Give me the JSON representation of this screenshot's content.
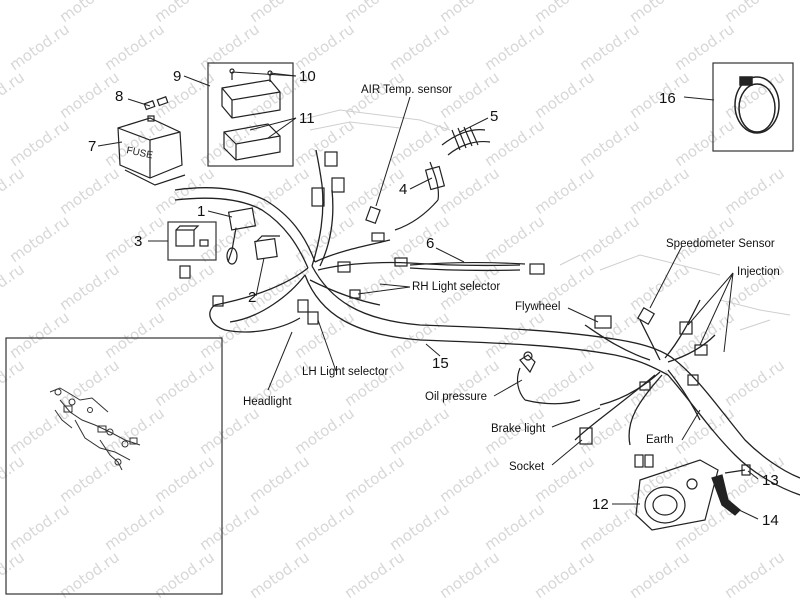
{
  "watermark": "motod.ru",
  "parts": {
    "p1": "1",
    "p2": "2",
    "p3": "3",
    "p4": "4",
    "p5": "5",
    "p6": "6",
    "p7": "7",
    "p8": "8",
    "p9": "9",
    "p10": "10",
    "p11": "11",
    "p12": "12",
    "p13": "13",
    "p14": "14",
    "p15": "15",
    "p16": "16"
  },
  "labels": {
    "air_temp": "AIR Temp. sensor",
    "rh_light": "RH Light selector",
    "lh_light": "LH Light selector",
    "headlight": "Headlight",
    "flywheel": "Flywheel",
    "speedo": "Speedometer Sensor",
    "injection": "Injection",
    "oil": "Oil pressure",
    "brake": "Brake light",
    "earth": "Earth",
    "socket": "Socket"
  },
  "fuse_text": "FUSE"
}
